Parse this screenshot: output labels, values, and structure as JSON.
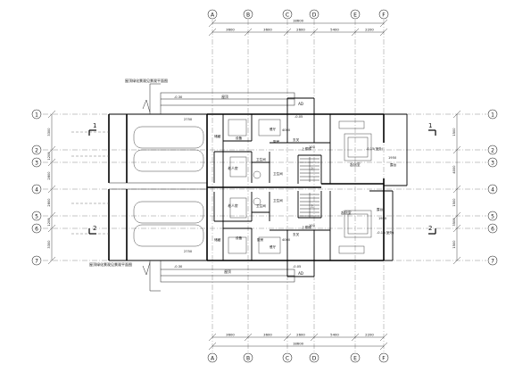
{
  "dims": {
    "top_total": "18600",
    "top_segments": [
      "3600",
      "3600",
      "2600",
      "5400",
      "2200"
    ],
    "bottom_total": "18600",
    "bottom_segments": [
      "3600",
      "3600",
      "2600",
      "5400",
      "2200"
    ],
    "left_segments": [
      "3300",
      "1200",
      "2800",
      "2800",
      "1200",
      "3300"
    ],
    "right_segments": [
      "1500",
      "4000",
      "1500",
      "3500",
      "1500"
    ]
  },
  "labels": {
    "top_note": "屋顶绿化景观见景观平面图",
    "bottom_note": "屋顶绿化景观见景观平面图",
    "level_top_a": "-0.30",
    "level_top_b": "-0.05",
    "level_bot_a": "-0.30",
    "level_bot_b": "-0.05",
    "level_right_a": "-0.15(室外)",
    "level_right_b": "-0.15(室外)",
    "dim_2750_top": "2750",
    "dim_2750_bot": "2750",
    "dim_4000_top": "4000",
    "dim_4000_bot": "4000",
    "dim_1950_top": "1950",
    "dim_1950_bot": "1950",
    "dim_100_top": "100",
    "dim_100_bot": "100",
    "room_storage": "储藏",
    "room_storage_b": "储藏",
    "room_ad_top": "AD",
    "room_ad_bot": "AD",
    "room_elderly_top": "老人房",
    "room_elderly_bot": "老人房",
    "room_bath_top": "卫生间",
    "room_bath_bot": "卫生间",
    "room_bath2_top": "卫生间",
    "room_bath2_bot": "卫生间",
    "room_kitchen_top": "厨房",
    "room_kitchen_bot": "厨房",
    "room_dining_top": "餐厅",
    "room_dining_bot": "餐厅",
    "room_living_top": "起居室",
    "room_living_bot": "起居室",
    "room_terrace_top": "露台",
    "room_terrace_bot": "露台",
    "room_entry_top": "玄关",
    "room_entry_bot": "玄关",
    "room_equip_top": "设备",
    "room_equip_bot": "设备",
    "room_up_top": "上",
    "room_up_bot": "上",
    "room_stair_top": "上楼梯",
    "room_stair_bot": "上楼梯",
    "section_1": "1",
    "section_2": "2"
  },
  "axes": {
    "top": [
      "A",
      "B",
      "C",
      "D",
      "E",
      "F"
    ],
    "bottom": [
      "A",
      "B",
      "C",
      "D",
      "E",
      "F"
    ],
    "left": [
      "1",
      "2",
      "3",
      "4",
      "5",
      "6",
      "7"
    ],
    "right": [
      "1",
      "2",
      "3",
      "4",
      "5",
      "6",
      "7"
    ]
  }
}
